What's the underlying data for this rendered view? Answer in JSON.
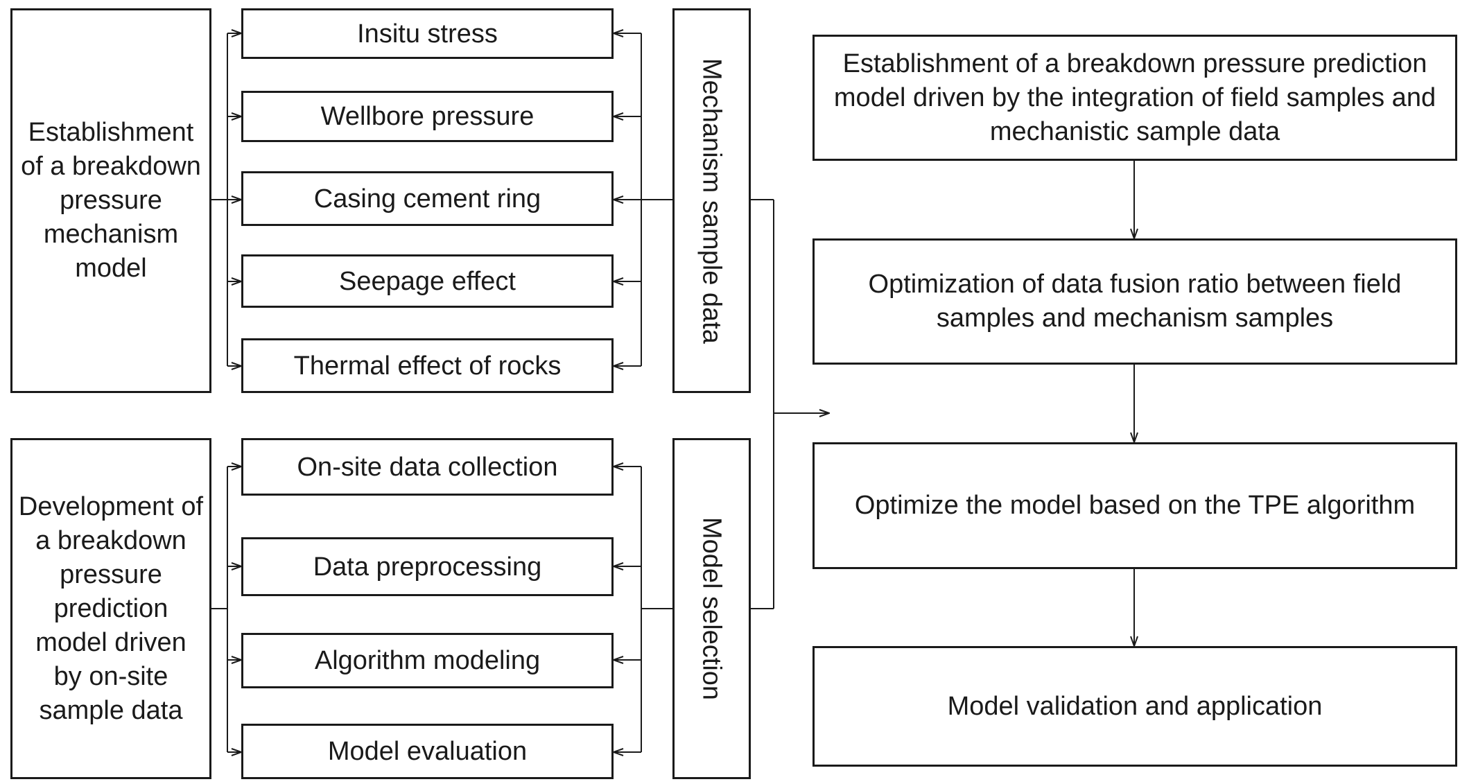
{
  "mechanism_model": "Establishment of a breakdown pressure mechanism model",
  "mechanism_items": [
    "Insitu stress",
    "Wellbore pressure",
    "Casing cement ring",
    "Seepage effect",
    "Thermal effect of rocks"
  ],
  "mechanism_sample_data": "Mechanism sample data",
  "onsite_model": "Development of a breakdown pressure prediction model driven by on-site sample data",
  "onsite_items": [
    "On-site data collection",
    "Data preprocessing",
    "Algorithm modeling",
    "Model evaluation"
  ],
  "model_selection": "Model selection",
  "flow_steps": [
    "Establishment of a breakdown pressure prediction model driven by the integration of field samples and mechanistic sample data",
    "Optimization of data fusion ratio between field samples and mechanism samples",
    "Optimize the model based on the TPE algorithm",
    "Model validation and application"
  ]
}
